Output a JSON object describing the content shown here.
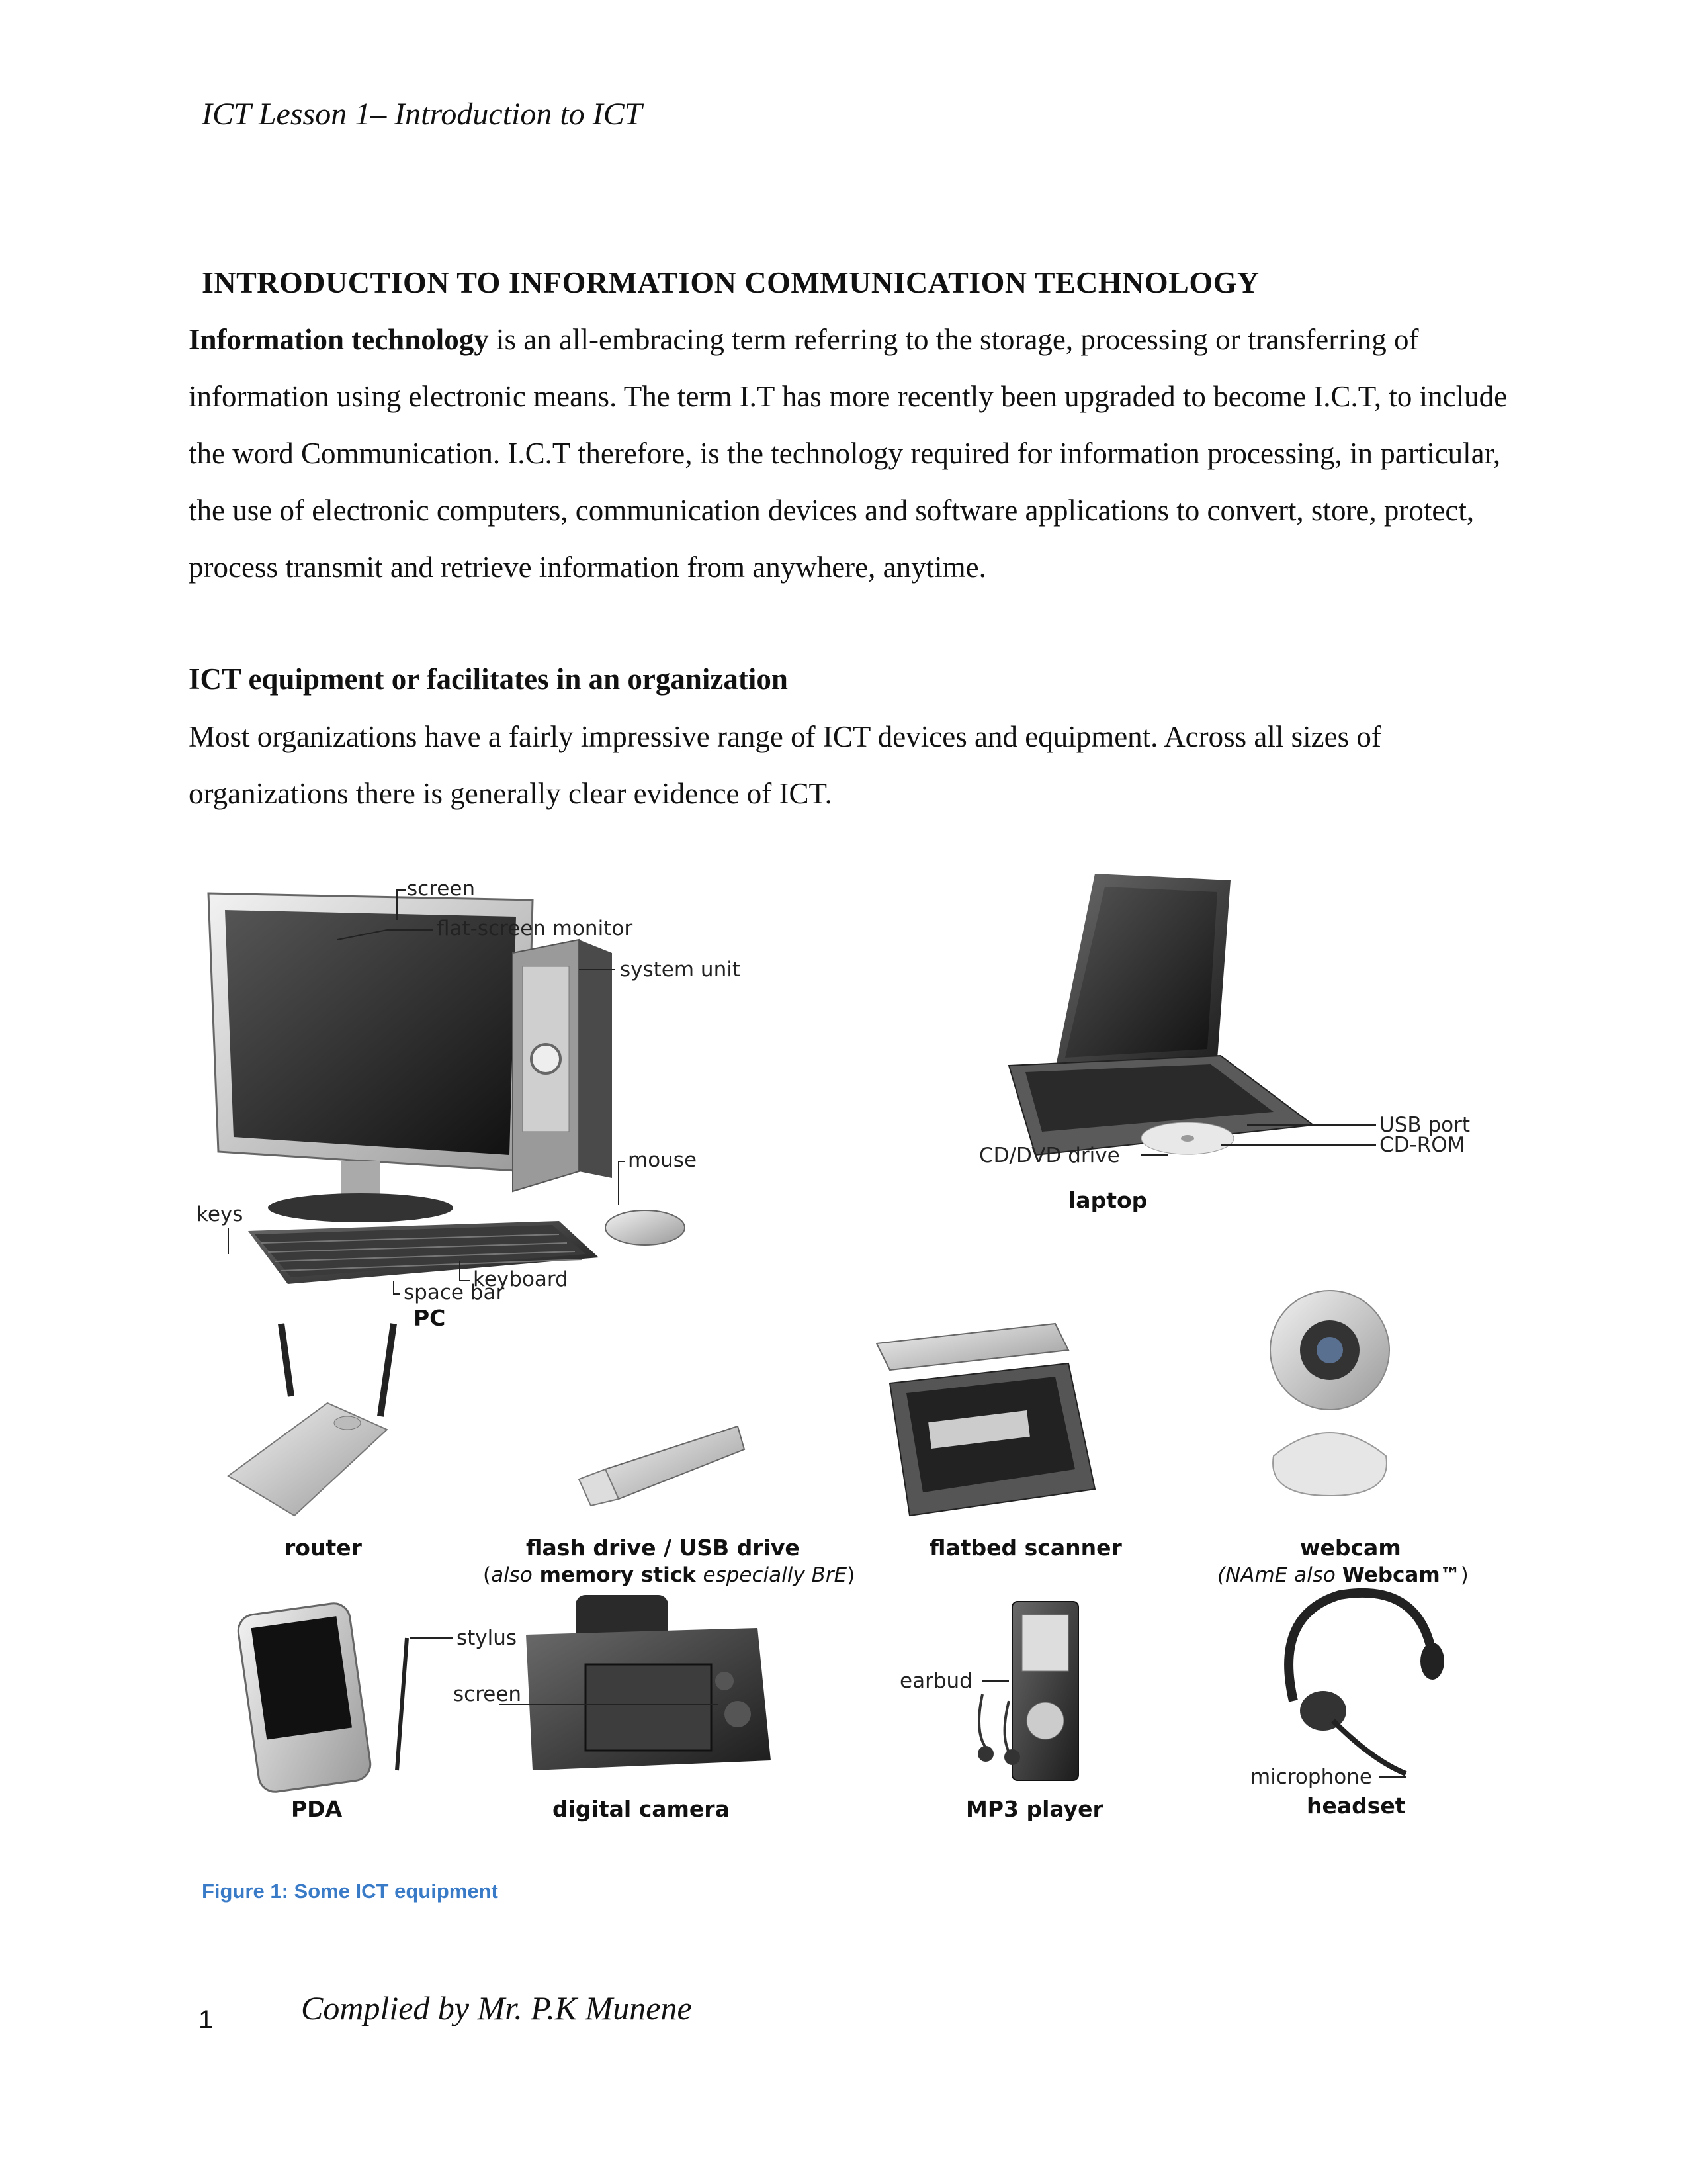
{
  "header": "ICT Lesson 1– Introduction to ICT",
  "title": "INTRODUCTION TO INFORMATION COMMUNICATION TECHNOLOGY",
  "intro": {
    "lead": "Information technology",
    "text": " is an all-embracing term referring to the storage, processing or transferring of information using electronic means. The term I.T has more recently been upgraded to become I.C.T, to include the word Communication. I.C.T therefore, is the technology required for information processing, in particular, the use of electronic computers, communication devices and software applications to convert, store, protect, process transmit and retrieve information from anywhere, anytime."
  },
  "subheading": "ICT equipment or facilitates in an organization",
  "body": "Most organizations have a fairly impressive range of ICT devices and equipment. Across all sizes of organizations there is generally clear evidence of ICT.",
  "figure": {
    "pc": {
      "caption": "PC",
      "labels": {
        "screen": "screen",
        "monitor": "flat-screen monitor",
        "system_unit": "system unit",
        "mouse": "mouse",
        "keys": "keys",
        "keyboard": "keyboard",
        "space_bar": "space bar"
      }
    },
    "laptop": {
      "caption": "laptop",
      "labels": {
        "usb_port": "USB port",
        "cd_rom": "CD-ROM",
        "cd_dvd": "CD/DVD drive"
      }
    },
    "router": {
      "caption": "router"
    },
    "flash_drive": {
      "caption": "flash drive / USB drive",
      "sub_open": "(",
      "sub_also": "also",
      "sub_bold": " memory stick ",
      "sub_ital": "especially BrE",
      "sub_close": ")"
    },
    "scanner": {
      "caption": "flatbed scanner"
    },
    "webcam": {
      "caption": "webcam",
      "sub_ital": "(NAmE also ",
      "sub_bold": "Webcam™",
      "sub_close": ")"
    },
    "pda": {
      "caption": "PDA",
      "labels": {
        "stylus": "stylus"
      }
    },
    "camera": {
      "caption": "digital camera",
      "labels": {
        "screen": "screen"
      }
    },
    "mp3": {
      "caption": "MP3 player",
      "labels": {
        "earbud": "earbud"
      }
    },
    "headset": {
      "caption": "headset",
      "labels": {
        "microphone": "microphone"
      }
    }
  },
  "caption": "Figure 1: Some ICT equipment",
  "footer": {
    "page": "1",
    "author": "Complied by Mr.  P.K Munene"
  }
}
